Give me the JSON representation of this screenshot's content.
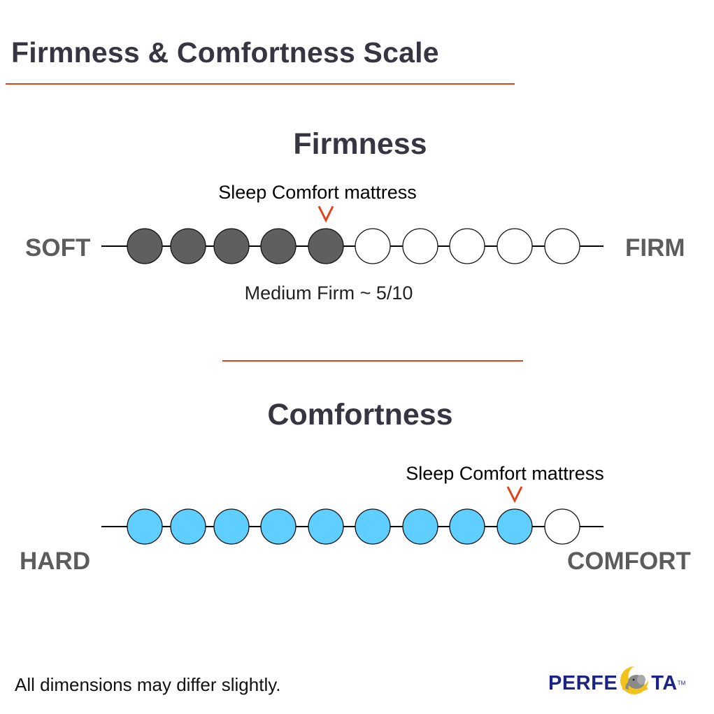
{
  "title": "Firmness & Comfortness Scale",
  "accent_color": "#e0431c",
  "firmness": {
    "heading": "Firmness",
    "product_label": "Sleep Comfort mattress",
    "left_label": "SOFT",
    "right_label": "FIRM",
    "rating_text": "Medium Firm ~ 5/10",
    "rating": 5,
    "max": 10,
    "filled_color": "#5f5f5f",
    "empty_color": "#ffffff"
  },
  "comfortness": {
    "heading": "Comfortness",
    "product_label": "Sleep Comfort mattress",
    "left_label": "HARD",
    "right_label": "COMFORT",
    "rating": 9,
    "max": 10,
    "filled_color": "#5fcfff",
    "empty_color": "#ffffff"
  },
  "footer": {
    "note": "All dimensions may differ slightly.",
    "brand_part1": "PERFE",
    "brand_part2": "TA",
    "trademark": "TM",
    "logo_icon": "elephant-moon-icon"
  }
}
